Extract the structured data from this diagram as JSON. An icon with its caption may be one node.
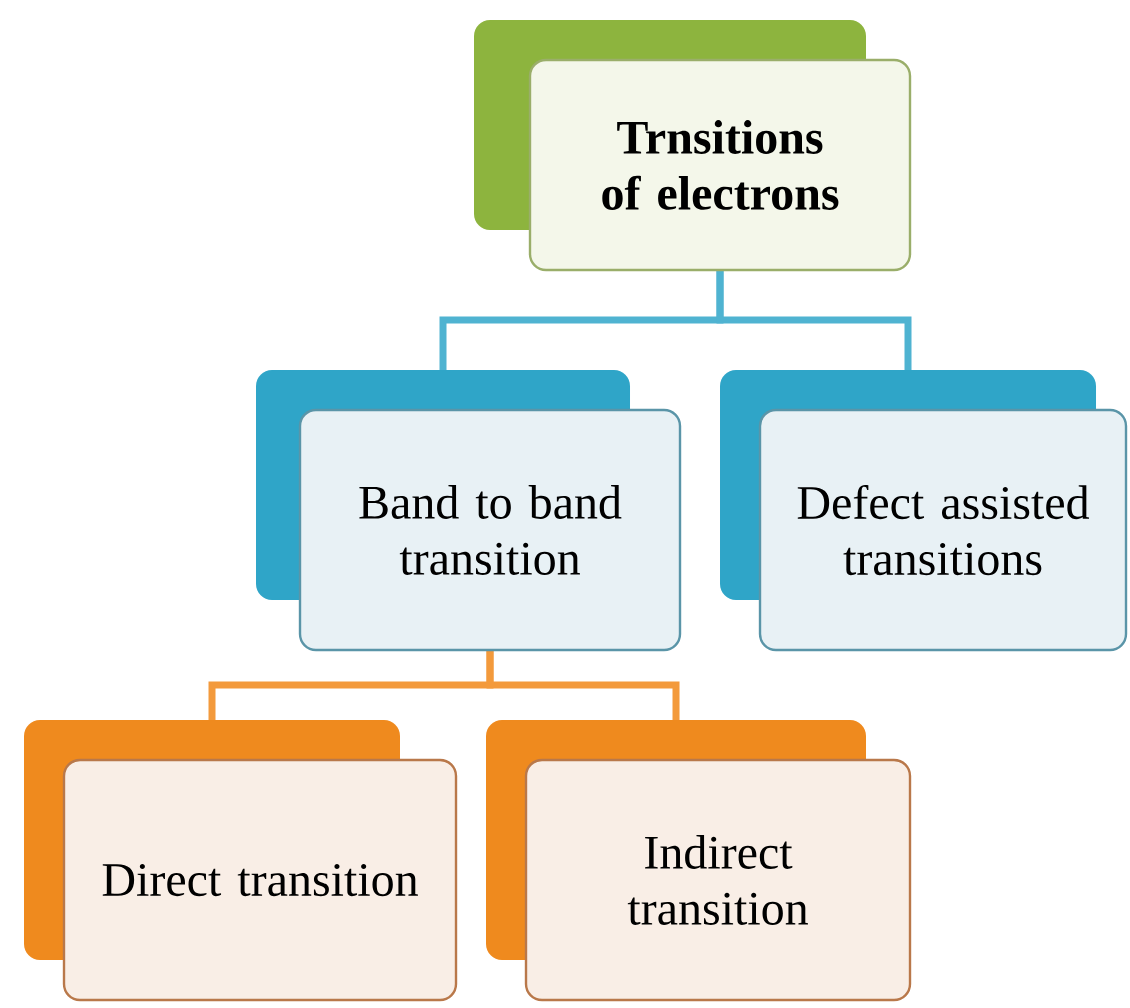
{
  "diagram": {
    "nodes": [
      {
        "text": [
          "Trnsitions of electrons"
        ]
      },
      {
        "text": [
          "Band to band transition"
        ]
      },
      {
        "text": [
          "Defect assisted transitions"
        ]
      },
      {
        "text": [
          "Direct transition"
        ]
      },
      {
        "text": [
          "Indirect transition"
        ]
      }
    ],
    "edges": [
      {
        "from": 0,
        "to": 1,
        "arrow": "none",
        "color": "#4fb3d1"
      },
      {
        "from": 0,
        "to": 2,
        "arrow": "none",
        "color": "#4fb3d1"
      },
      {
        "from": 1,
        "to": 3,
        "arrow": "none",
        "color": "#f39a3c"
      },
      {
        "from": 1,
        "to": 4,
        "arrow": "none",
        "color": "#f39a3c"
      }
    ]
  }
}
